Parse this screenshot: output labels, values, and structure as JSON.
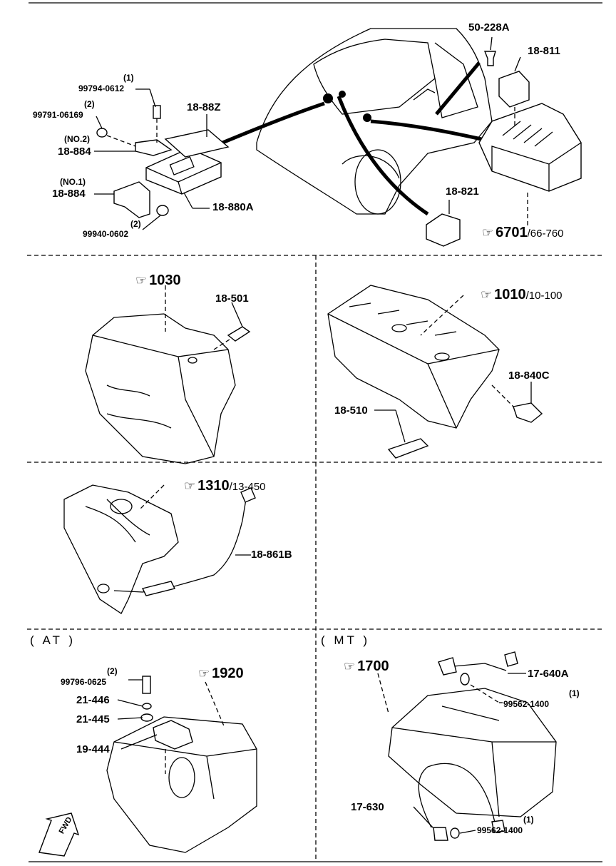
{
  "sections": {
    "at": "( AT )",
    "mt": "( MT )"
  },
  "refs": {
    "r6701_main": "6701",
    "r6701_sub": "/66-760",
    "r1030": "1030",
    "r1010_main": "1010",
    "r1010_sub": "/10-100",
    "r1310_main": "1310",
    "r1310_sub": "/13-450",
    "r1920": "1920",
    "r1700": "1700"
  },
  "parts": {
    "p50_228A": "50-228A",
    "p18_811": "18-811",
    "p18_821": "18-821",
    "p18_88Z": "18-88Z",
    "p18_880A": "18-880A",
    "p18_884a": "18-884",
    "p18_884a_note": "(NO.2)",
    "p18_884b": "18-884",
    "p18_884b_note": "(NO.1)",
    "p99794": "99794-0612",
    "p99794_q": "(1)",
    "p99791": "99791-06169",
    "p99791_q": "(2)",
    "p99940": "99940-0602",
    "p99940_q": "(2)",
    "p18_501": "18-501",
    "p18_840C": "18-840C",
    "p18_510": "18-510",
    "p18_861B": "18-861B",
    "p99796": "99796-0625",
    "p99796_q": "(2)",
    "p21_446": "21-446",
    "p21_445": "21-445",
    "p19_444": "19-444",
    "p17_640A": "17-640A",
    "p99562a": "99562-1400",
    "p99562a_q": "(1)",
    "p17_630": "17-630",
    "p99562b": "99562-1400",
    "p99562b_q": "(1)",
    "fwd": "FWD"
  },
  "icons": [
    "hand-pointer-icon",
    "fwd-arrow-icon"
  ]
}
